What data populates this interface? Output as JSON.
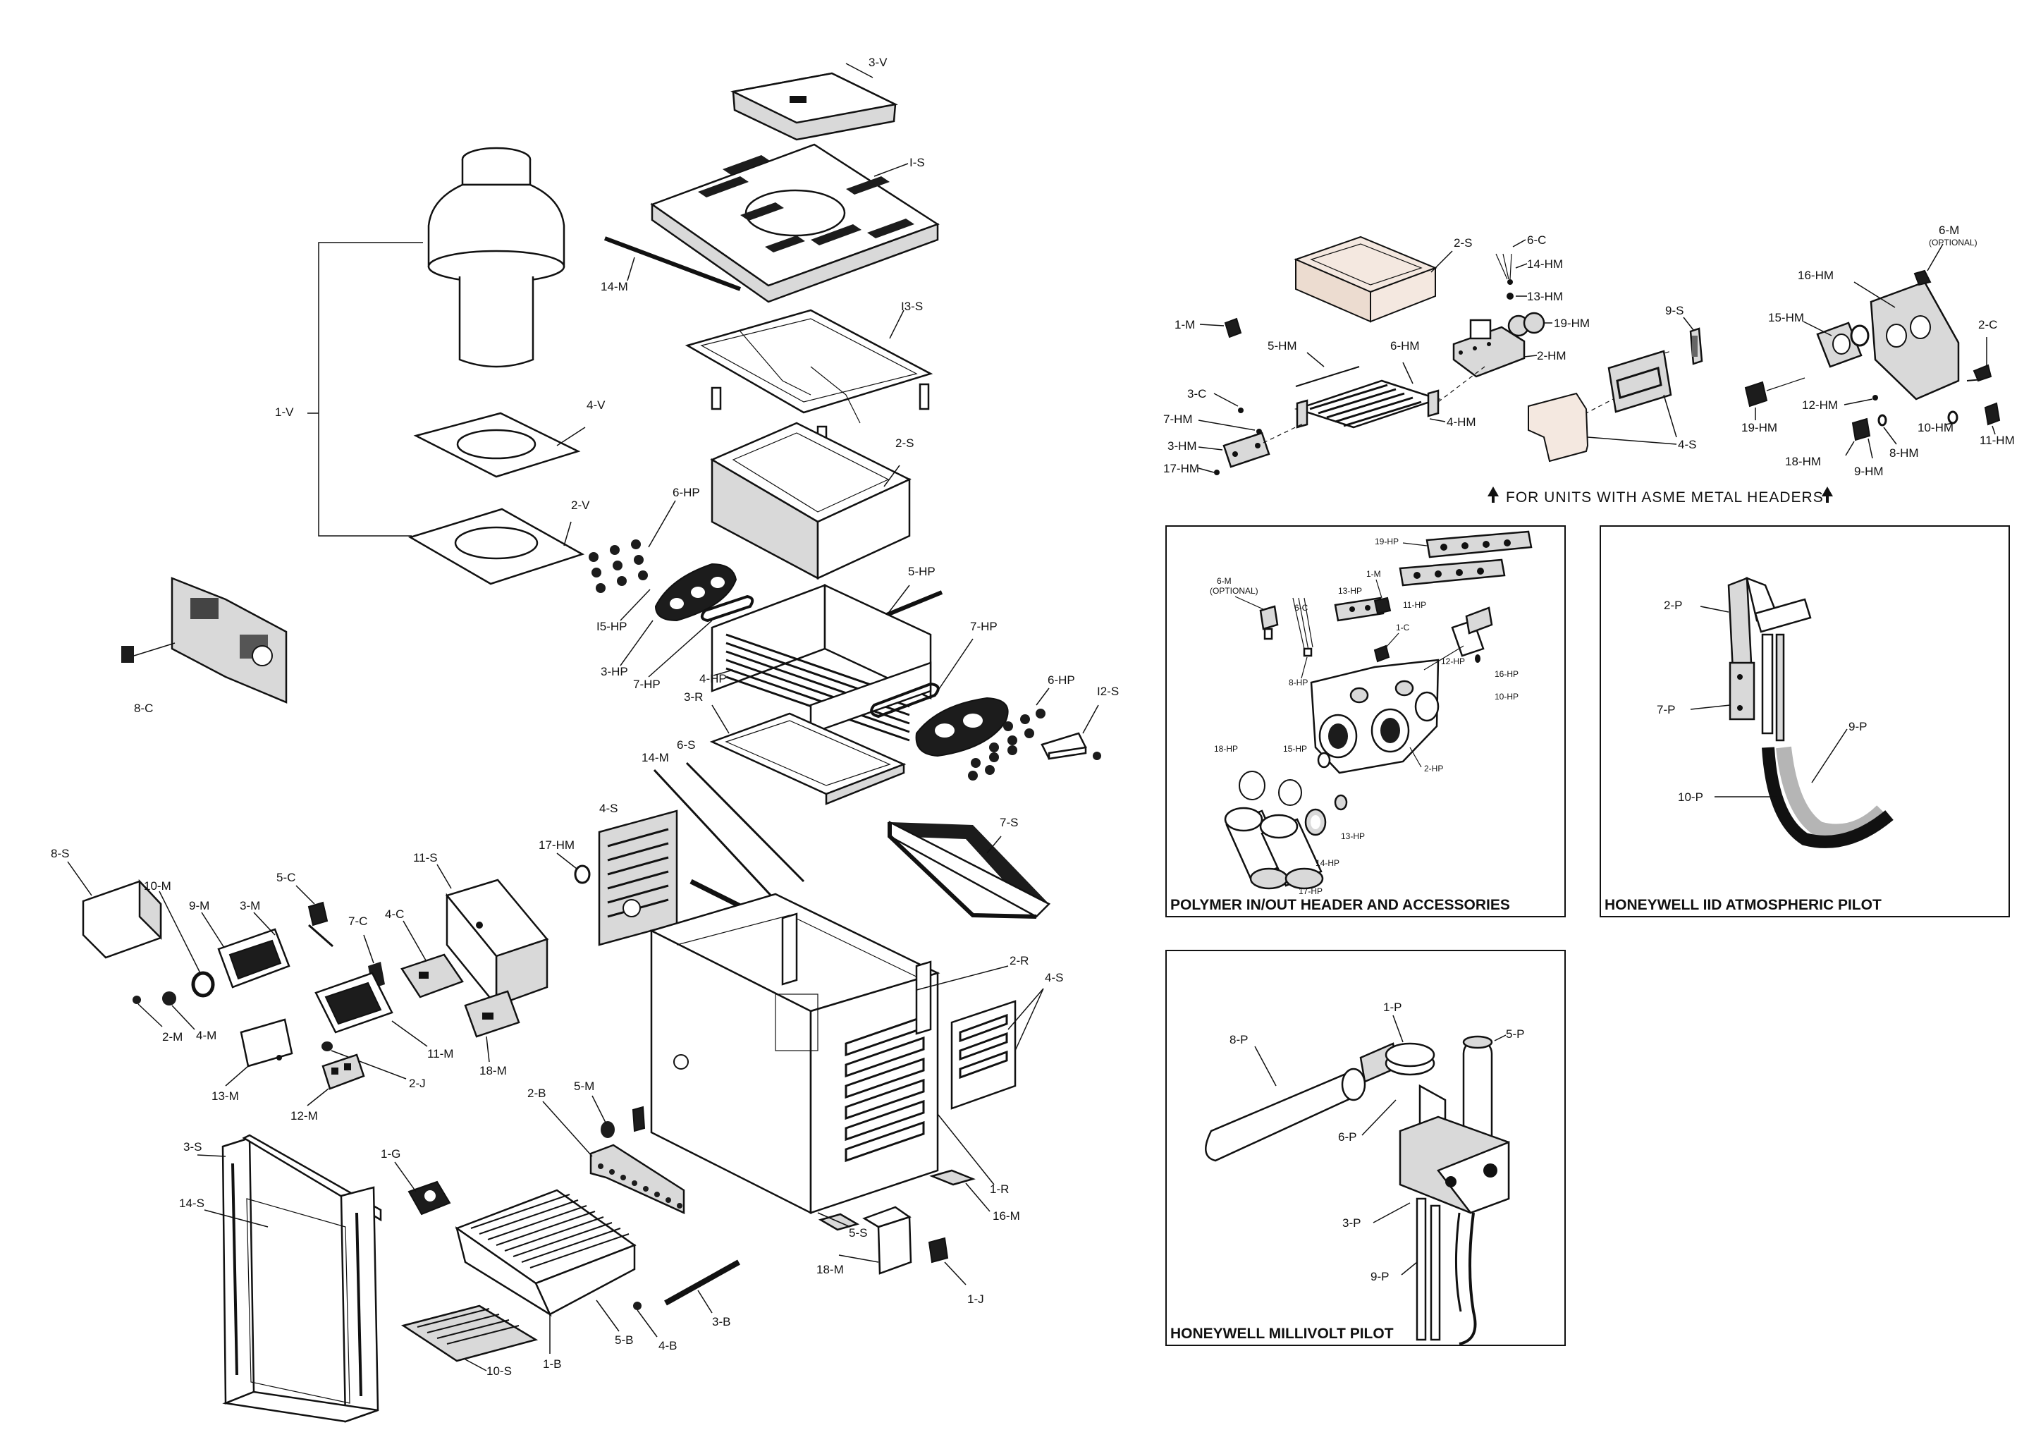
{
  "labels": {
    "v3": "3-V",
    "s1": "I-S",
    "m14a": "14-M",
    "s13": "I3-S",
    "v1": "1-V",
    "v4": "4-V",
    "v2": "2-V",
    "s2a": "2-S",
    "hp6a": "6-HP",
    "hp5": "5-HP",
    "hp15": "I5-HP",
    "hp3": "3-HP",
    "hp7a": "7-HP",
    "hp4": "4-HP",
    "hp7b": "7-HP",
    "hp6b": "6-HP",
    "s12": "I2-S",
    "r3": "3-R",
    "c8": "8-C",
    "s6": "6-S",
    "m14b": "14-M",
    "s4a": "4-S",
    "hm17a": "17-HM",
    "s7": "7-S",
    "s8": "8-S",
    "m10": "10-M",
    "m9": "9-M",
    "m3": "3-M",
    "c5": "5-C",
    "c7": "7-C",
    "c4": "4-C",
    "s11": "11-S",
    "r2": "2-R",
    "s4b": "4-S",
    "m2": "2-M",
    "m4": "4-M",
    "m11": "11-M",
    "m18a": "18-M",
    "m13": "13-M",
    "j2": "2-J",
    "m12": "12-M",
    "b2": "2-B",
    "m5": "5-M",
    "s3": "3-S",
    "s14": "14-S",
    "g1": "1-G",
    "r1": "1-R",
    "m16": "16-M",
    "s5": "5-S",
    "m18b": "18-M",
    "j1": "1-J",
    "b3": "3-B",
    "b5": "5-B",
    "b4": "4-B",
    "b1": "1-B",
    "s10": "10-S",
    "s2b": "2-S",
    "c6": "6-C",
    "hm14": "14-HM",
    "hm13": "13-HM",
    "hm19a": "19-HM",
    "hm2": "2-HM",
    "m1": "1-M",
    "hm5": "5-HM",
    "hm6": "6-HM",
    "c3": "3-C",
    "hm7": "7-HM",
    "hm4": "4-HM",
    "hm3": "3-HM",
    "hm17b": "17-HM",
    "s9": "9-S",
    "s4c": "4-S",
    "m6": "6-M",
    "optional": "(OPTIONAL)",
    "hm16": "16-HM",
    "hm15": "15-HM",
    "c2": "2-C",
    "hm19b": "19-HM",
    "hm12": "12-HM",
    "hm10": "10-HM",
    "hm11": "11-HM",
    "hm18": "18-HM",
    "hm8": "8-HM",
    "hm9": "9-HM"
  },
  "asme_note": "FOR UNITS WITH ASME METAL HEADERS",
  "panels": {
    "polymer": {
      "caption": "POLYMER IN/OUT HEADER AND ACCESSORIES",
      "labels": {
        "hp19": "19-HP",
        "m6": "6-M",
        "optional": "(OPTIONAL)",
        "c6": "6-C",
        "hp13a": "13-HP",
        "m1": "1-M",
        "hp11": "11-HP",
        "c1": "1-C",
        "hp8": "8-HP",
        "hp12": "12-HP",
        "hp16": "16-HP",
        "hp10": "10-HP",
        "hp2": "2-HP",
        "hp18": "18-HP",
        "hp15": "15-HP",
        "hp13b": "13-HP",
        "hp14": "14-HP",
        "hp17": "17-HP"
      }
    },
    "iid": {
      "caption": "HONEYWELL IID ATMOSPHERIC PILOT",
      "labels": {
        "p2": "2-P",
        "p7": "7-P",
        "p9": "9-P",
        "p10": "10-P"
      }
    },
    "millivolt": {
      "caption": "HONEYWELL MILLIVOLT PILOT",
      "labels": {
        "p1": "1-P",
        "p8": "8-P",
        "p5": "5-P",
        "p6": "6-P",
        "p3": "3-P",
        "p9": "9-P"
      }
    }
  }
}
